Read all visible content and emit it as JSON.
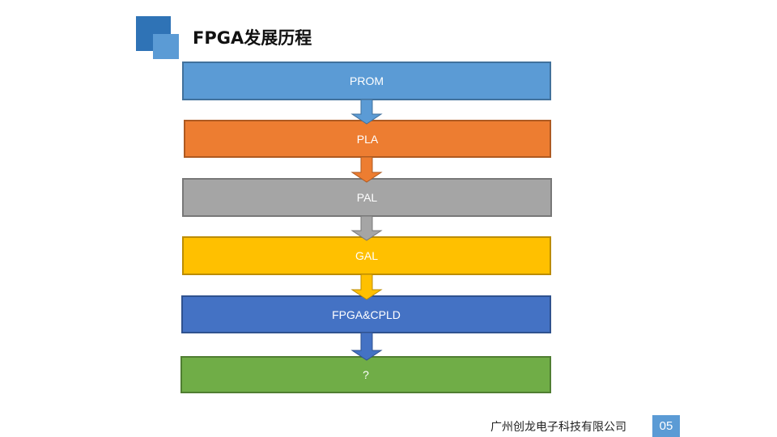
{
  "header": {
    "title": "FPGA发展历程"
  },
  "flow": {
    "steps": [
      {
        "label": "PROM",
        "color": "#5b9bd5",
        "border": "#41719c"
      },
      {
        "label": "PLA",
        "color": "#ed7d31",
        "border": "#ae5a21"
      },
      {
        "label": "PAL",
        "color": "#a5a5a5",
        "border": "#787878"
      },
      {
        "label": "GAL",
        "color": "#ffc000",
        "border": "#bc8c00"
      },
      {
        "label": "FPGA&CPLD",
        "color": "#4472c4",
        "border": "#2f528f"
      },
      {
        "label": "?",
        "color": "#70ad47",
        "border": "#507e32"
      }
    ]
  },
  "footer": {
    "company": "广州创龙电子科技有限公司",
    "page_number": "05"
  }
}
